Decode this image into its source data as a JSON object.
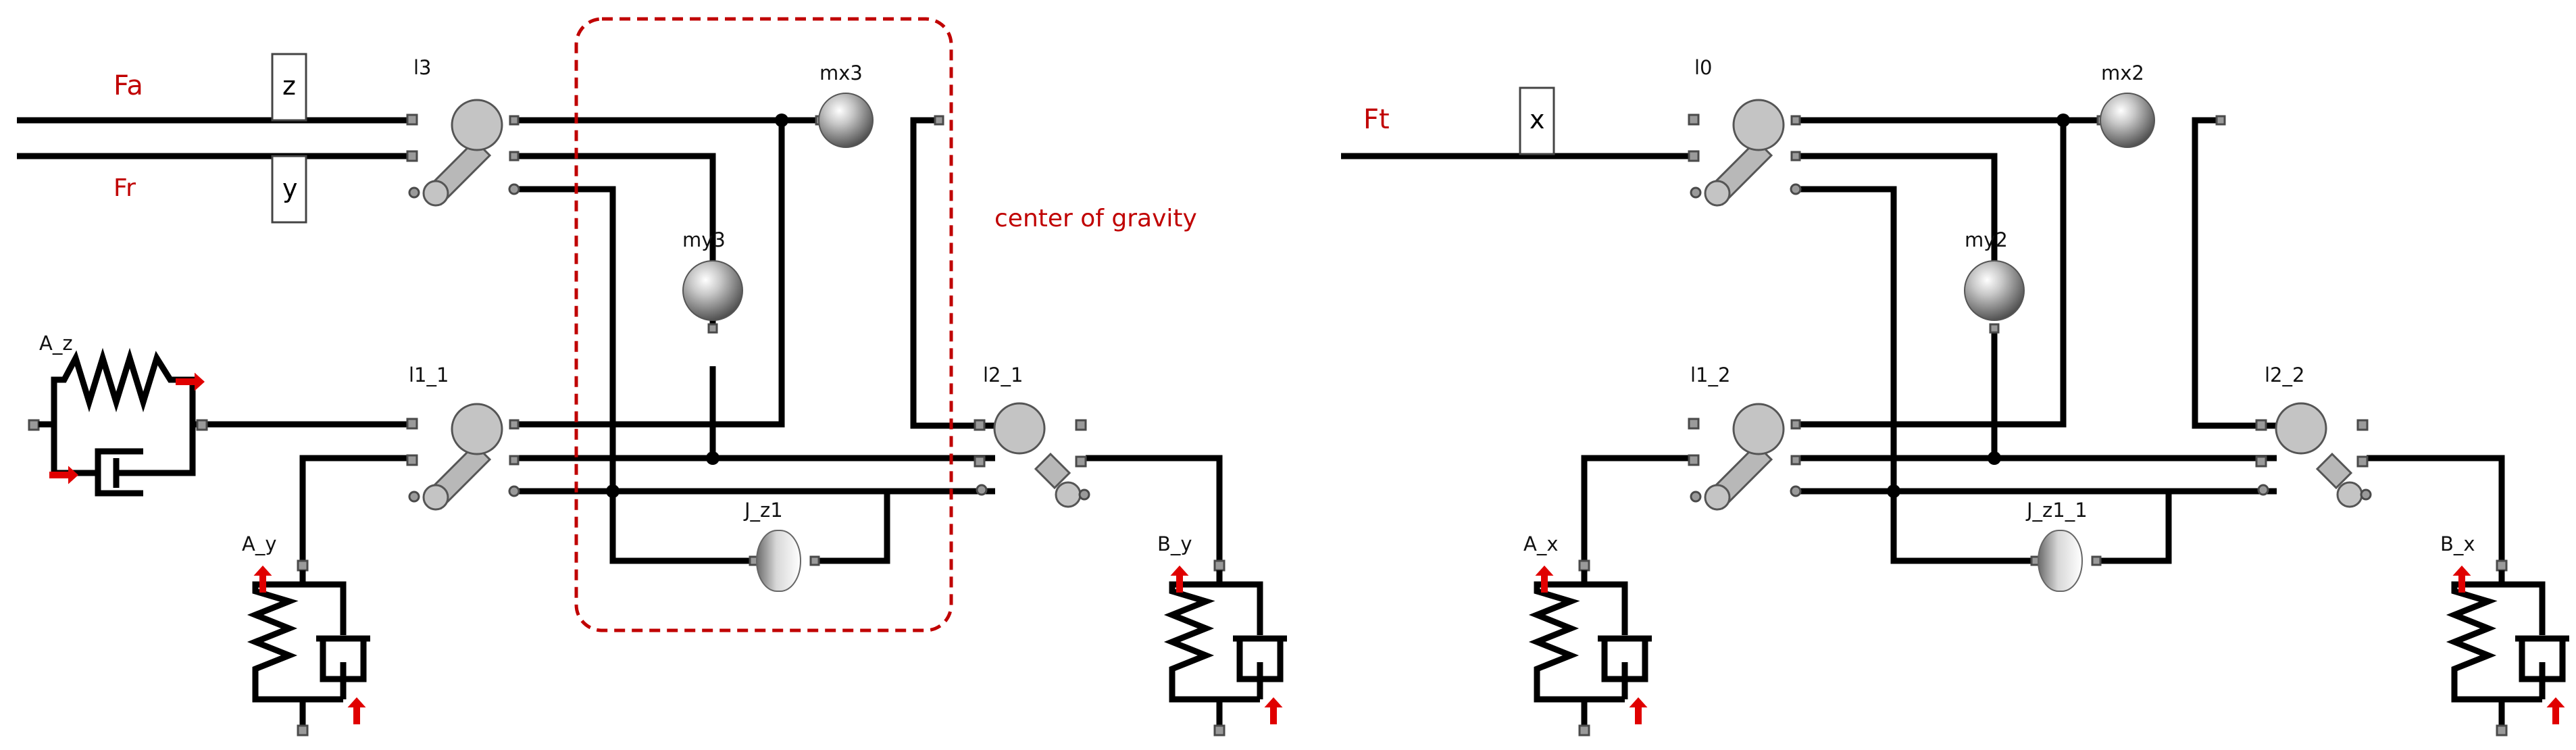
{
  "left_group": {
    "signal_a": "Fa",
    "signal_r": "Fr",
    "box_z": "z",
    "box_y": "y",
    "lever_top": "l3",
    "lever_mid_left": "l1_1",
    "lever_mid_right": "l2_1",
    "mass_x": "mx3",
    "mass_y": "my3",
    "inertia": "J_z1",
    "spring_z": "A_z",
    "spring_y": "A_y",
    "spring_by": "B_y"
  },
  "right_group": {
    "signal_t": "Ft",
    "box_x": "x",
    "lever_top": "l0",
    "lever_mid_left": "l1_2",
    "lever_mid_right": "l2_2",
    "mass_x": "mx2",
    "mass_y": "my2",
    "inertia": "J_z1_1",
    "spring_x": "A_x",
    "spring_bx": "B_x"
  },
  "annotation": {
    "cog": "center of gravity",
    "color": "#c00000"
  }
}
